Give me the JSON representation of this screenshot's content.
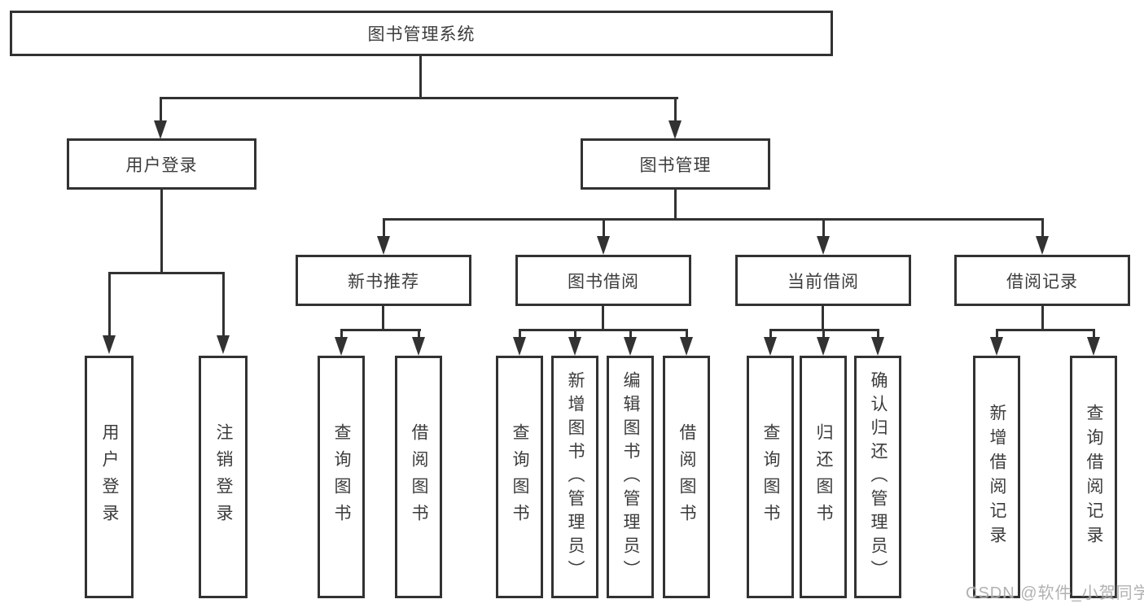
{
  "diagram": {
    "type": "tree",
    "root": {
      "label": "图书管理系统"
    },
    "branches": [
      {
        "label": "用户登录",
        "children": [
          {
            "label": "用户登录"
          },
          {
            "label": "注销登录"
          }
        ]
      },
      {
        "label": "图书管理",
        "children": [
          {
            "label": "新书推荐",
            "children": [
              {
                "label": "查询图书"
              },
              {
                "label": "借阅图书"
              }
            ]
          },
          {
            "label": "图书借阅",
            "children": [
              {
                "label": "查询图书"
              },
              {
                "label": "新增图书（管理员）"
              },
              {
                "label": "编辑图书（管理员）"
              },
              {
                "label": "借阅图书"
              }
            ]
          },
          {
            "label": "当前借阅",
            "children": [
              {
                "label": "查询图书"
              },
              {
                "label": "归还图书"
              },
              {
                "label": "确认归还（管理员）"
              }
            ]
          },
          {
            "label": "借阅记录",
            "children": [
              {
                "label": "新增借阅记录"
              },
              {
                "label": "查询借阅记录"
              }
            ]
          }
        ]
      }
    ]
  },
  "watermark": {
    "text": "CSDN @软件_小贺同学"
  },
  "colors": {
    "line": "#323232",
    "text": "#3c3c3c",
    "watermark": "#a9a9a9",
    "background": "#ffffff"
  }
}
